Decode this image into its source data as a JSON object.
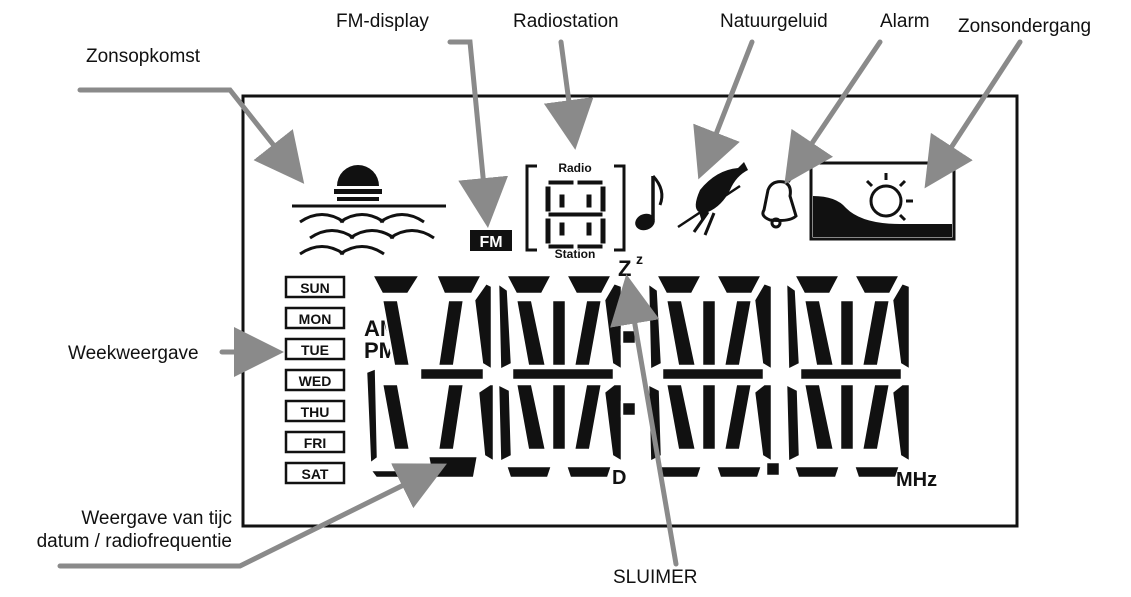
{
  "callouts": {
    "sunrise": "Zonsopkomst",
    "fm_display": "FM-display",
    "radio_station": "Radiostation",
    "nature_sound": "Natuurgeluid",
    "alarm": "Alarm",
    "sunset": "Zonsondergang",
    "week_display": "Weekweergave",
    "time_display_line1": "Weergave van tijc",
    "time_display_line2": "datum / radiofrequentie",
    "snooze": "SLUIMER"
  },
  "lcd": {
    "fm_badge": "FM",
    "station_top": "Radio",
    "station_bottom": "Station",
    "days": [
      "SUN",
      "MON",
      "TUE",
      "WED",
      "THU",
      "FRI",
      "SAT"
    ],
    "am": "AM",
    "pm": "PM",
    "snooze_z_big": "Z",
    "snooze_z_small": "z",
    "date_flag": "D",
    "unit": "MHz"
  },
  "colors": {
    "ink": "#111111",
    "leader": "#8a8a8a",
    "background": "#ffffff"
  }
}
